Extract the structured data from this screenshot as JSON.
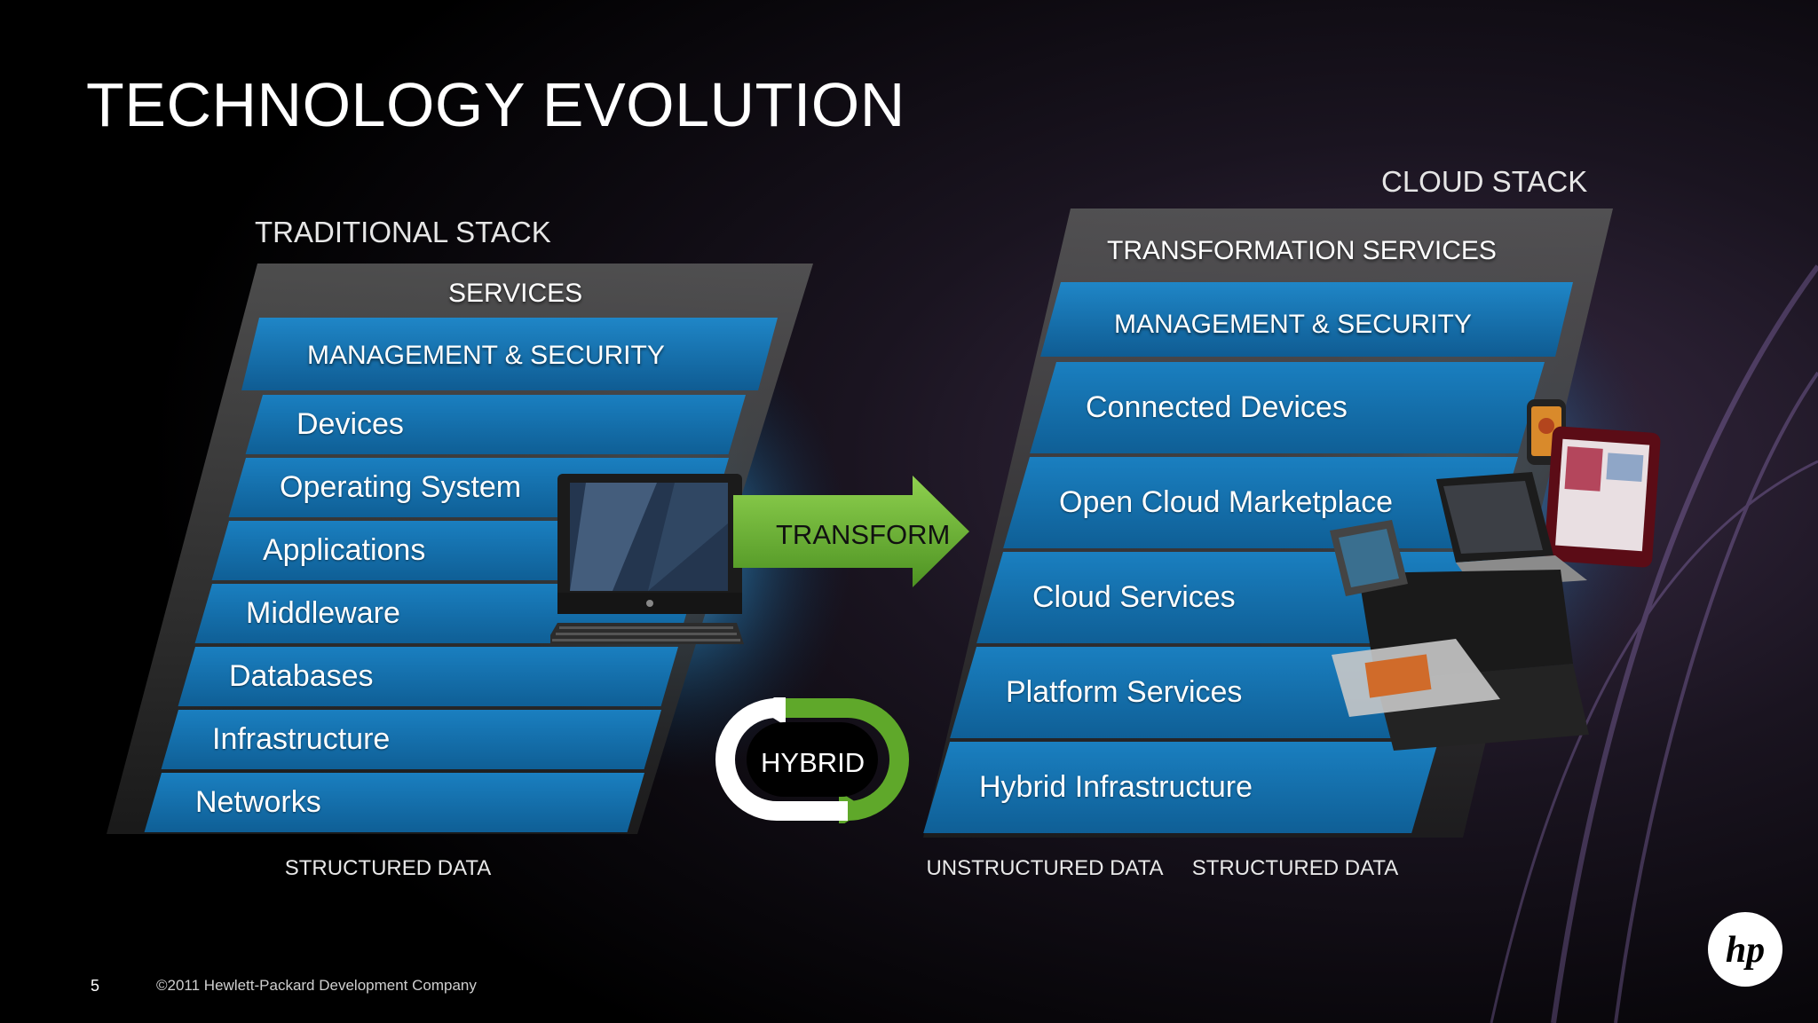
{
  "slide": {
    "title": "TECHNOLOGY EVOLUTION",
    "page_number": "5",
    "copyright": "©2011 Hewlett-Packard Development Company",
    "logo_text": "hp"
  },
  "traditional_stack": {
    "heading": "TRADITIONAL STACK",
    "services_label": "SERVICES",
    "management_label": "MANAGEMENT & SECURITY",
    "layers": [
      "Devices",
      "Operating System",
      "Applications",
      "Middleware",
      "Databases",
      "Infrastructure",
      "Networks"
    ],
    "footer_label": "STRUCTURED DATA"
  },
  "cloud_stack": {
    "heading": "CLOUD STACK",
    "services_label": "TRANSFORMATION SERVICES",
    "management_label": "MANAGEMENT & SECURITY",
    "layers": [
      "Connected Devices",
      "Open Cloud Marketplace",
      "Cloud Services",
      "Platform Services",
      "Hybrid Infrastructure"
    ],
    "footer_labels": [
      "UNSTRUCTURED DATA",
      "STRUCTURED DATA"
    ]
  },
  "transform_arrow": {
    "label": "TRANSFORM",
    "color": "#5fa82a"
  },
  "hybrid_badge": {
    "label": "HYBRID",
    "color": "#5fa82a"
  },
  "colors": {
    "layer_blue": "#1a7fc0",
    "layer_blue_dark": "#0f5f96",
    "stack_frame": "#4a4a4a",
    "accent_green": "#5fa82a"
  },
  "icons": [
    "desktop-computer-icon",
    "smartphone-icon",
    "tablet-icon",
    "laptop-icon",
    "printer-icon",
    "hp-logo-icon"
  ]
}
